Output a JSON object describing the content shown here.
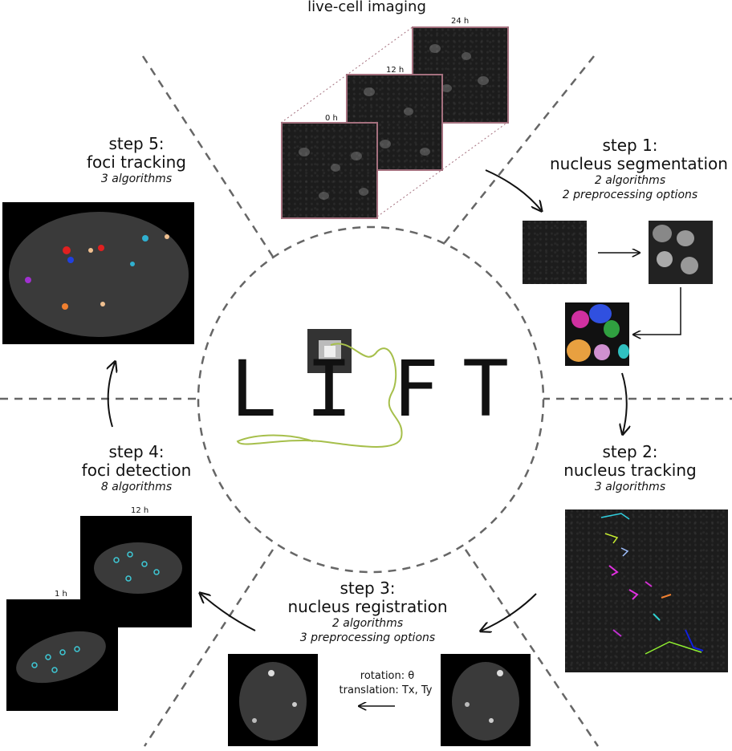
{
  "header": {
    "title": "live-cell imaging"
  },
  "stack_labels": [
    "0 h",
    "12 h",
    "24 h"
  ],
  "logo": {
    "letters": [
      "L",
      "I",
      "F",
      "T"
    ]
  },
  "steps": [
    {
      "title_line1": "step 1:",
      "title_line2": "nucleus segmentation",
      "sub1": "2 algorithms",
      "sub2": "2 preprocessing options"
    },
    {
      "title_line1": "step 2:",
      "title_line2": "nucleus tracking",
      "sub1": "3 algorithms"
    },
    {
      "title_line1": "step 3:",
      "title_line2": "nucleus registration",
      "sub1": "2 algorithms",
      "sub2": "3 preprocessing options"
    },
    {
      "title_line1": "step 4:",
      "title_line2": "foci detection",
      "sub1": "8 algorithms"
    },
    {
      "title_line1": "step 5:",
      "title_line2": "foci tracking",
      "sub1": "3 algorithms"
    }
  ],
  "registration": {
    "rotation": "rotation:  θ",
    "translation": "translation: Tx, Ty"
  },
  "detection_labels": [
    "1 h",
    "12 h"
  ],
  "colors": {
    "panel_border": "#a4707e",
    "trajectory": "#a6bf4b",
    "dash": "#666666",
    "foci_marker": "#3ec9d6"
  }
}
